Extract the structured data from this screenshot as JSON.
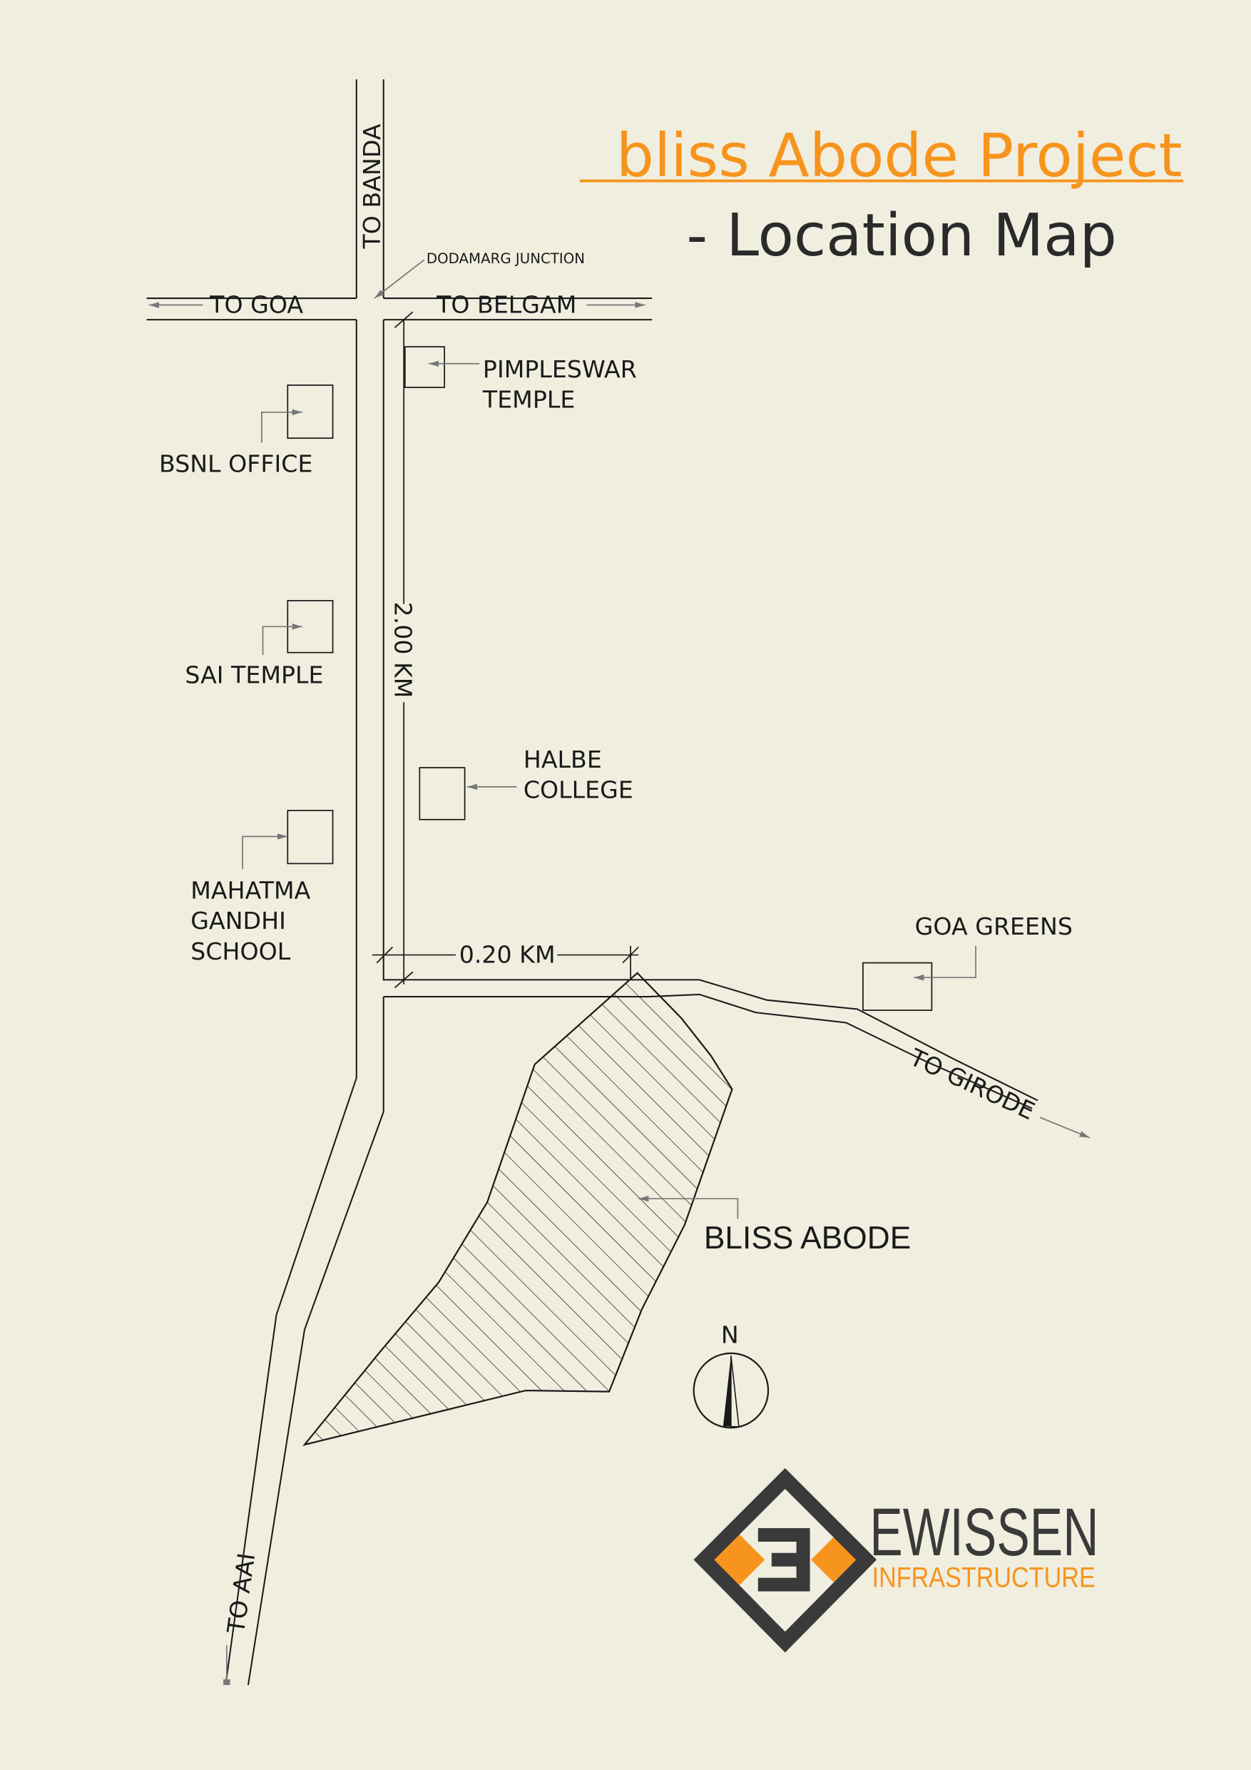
{
  "title": {
    "line1": "bliss Abode Project",
    "line2": "- Location Map",
    "accent_color": "#f7941d",
    "text_color": "#2a2a2a"
  },
  "roads": {
    "to_banda": "TO BANDA",
    "to_goa": "TO GOA",
    "to_belgam": "TO BELGAM",
    "junction": "DODAMARG JUNCTION",
    "to_girode": "TO GIRODE",
    "to_aai": "TO AAI"
  },
  "landmarks": {
    "pimpleswar": [
      "PIMPLESWAR",
      "TEMPLE"
    ],
    "bsnl": "BSNL OFFICE",
    "sai_temple": "SAI TEMPLE",
    "halbe_college": [
      "HALBE",
      "COLLEGE"
    ],
    "mahatma_gandhi": [
      "MAHATMA",
      "GANDHI",
      "SCHOOL"
    ],
    "goa_greens": "GOA GREENS",
    "bliss_abode": "BLISS ABODE"
  },
  "distances": {
    "vertical": "2.00 KM",
    "horizontal": "0.20 KM"
  },
  "north": "N",
  "logo": {
    "name": "EWISSEN",
    "tagline": "INFRASTRUCTURE",
    "accent_color": "#f7941d",
    "dark_color": "#3a3a3a"
  },
  "colors": {
    "background": "#f0eedf",
    "line": "#1a1a1a",
    "leader": "#777777"
  }
}
